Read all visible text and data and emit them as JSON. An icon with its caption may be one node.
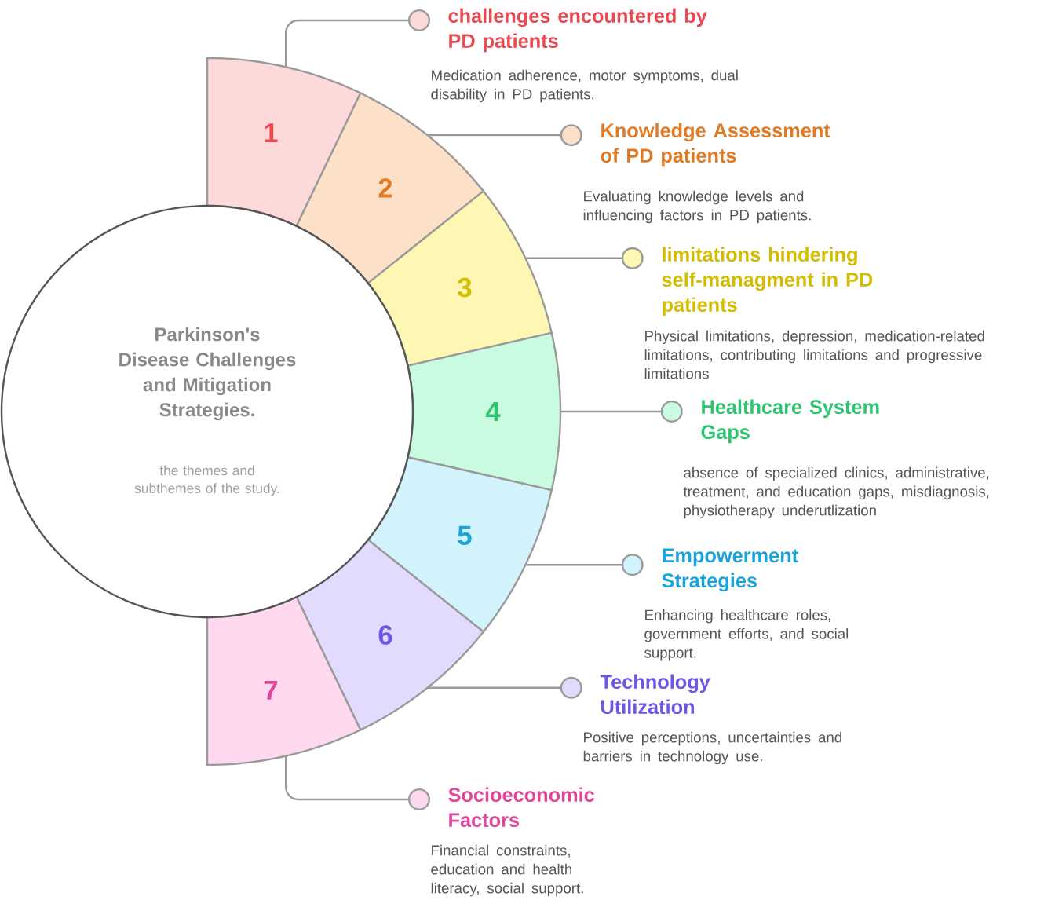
{
  "diagram": {
    "nodes": [
      {
        "text": [
          "Parkinson's Disease Challenges and Mitigation Strategies.",
          "the themes and subthemes of the study."
        ]
      },
      {
        "text": [
          "1"
        ]
      },
      {
        "text": [
          "2"
        ]
      },
      {
        "text": [
          "3"
        ]
      },
      {
        "text": [
          "4"
        ]
      },
      {
        "text": [
          "5"
        ]
      },
      {
        "text": [
          "6"
        ]
      },
      {
        "text": [
          "7"
        ]
      },
      {
        "text": [
          "challenges encountered by PD patients",
          "Medication adherence, motor symptoms, dual disability in PD patients."
        ]
      },
      {
        "text": [
          "Knowledge Assessment of PD patients",
          "Evaluating knowledge levels and influencing factors in PD patients."
        ]
      },
      {
        "text": [
          "limitations hindering self-managment in PD patients",
          "Physical limitations, depression, medication-related limitations, contributing limitations and progressive limitations"
        ]
      },
      {
        "text": [
          "Healthcare System Gaps",
          "absence of specialized clinics, administrative, treatment, and education gaps, misdiagnosis, physiotherapy underutlization"
        ]
      },
      {
        "text": [
          "Empowerment Strategies",
          "Enhancing healthcare roles, government efforts, and social support."
        ]
      },
      {
        "text": [
          "Technology Utilization",
          "Positive perceptions, uncertainties and barriers in technology use."
        ]
      },
      {
        "text": [
          "Socioeconomic Factors",
          "Financial constraints, education and health literacy, social support."
        ]
      }
    ],
    "edges": [
      {
        "from": 1,
        "to": 8,
        "arrow": "other"
      },
      {
        "from": 2,
        "to": 9,
        "arrow": "other"
      },
      {
        "from": 3,
        "to": 10,
        "arrow": "other"
      },
      {
        "from": 4,
        "to": 11,
        "arrow": "other"
      },
      {
        "from": 5,
        "to": 12,
        "arrow": "other"
      },
      {
        "from": 6,
        "to": 13,
        "arrow": "other"
      },
      {
        "from": 7,
        "to": 14,
        "arrow": "other"
      }
    ]
  }
}
